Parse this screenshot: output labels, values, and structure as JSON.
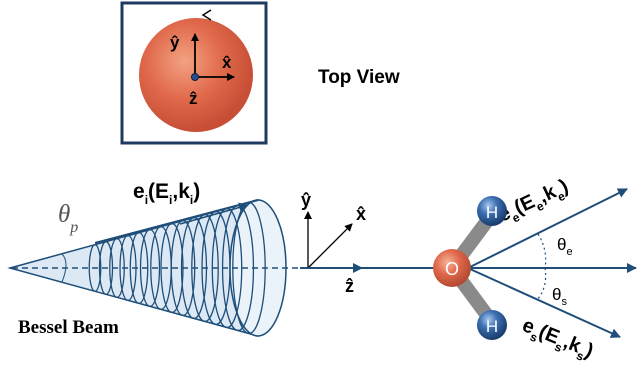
{
  "top_view": {
    "caption": "Top View",
    "y_axis": "ŷ",
    "x_axis": "x̂",
    "z_axis": "ẑ"
  },
  "beam": {
    "label": "Bessel Beam",
    "angle_symbol": "θ",
    "angle_subscript": "p",
    "incident_e": "e",
    "incident_e_sub": "i",
    "incident_paren": "(E",
    "incident_E_sub": "i",
    "incident_k": ",k",
    "incident_k_sub": "i",
    "incident_close": ")"
  },
  "lab_axes": {
    "y": "ŷ",
    "x": "x̂",
    "z": "ẑ"
  },
  "molecule": {
    "oxygen": "O",
    "hydrogen_top": "H",
    "hydrogen_bottom": "H"
  },
  "ejected": {
    "e": "e",
    "e_sub": "e",
    "paren": "(E",
    "E_sub": "e",
    "k": ",k",
    "k_sub": "e",
    "close": ")",
    "theta": "θ",
    "theta_sub": "e"
  },
  "scattered": {
    "e": "e",
    "e_sub": "s",
    "paren": "(E",
    "E_sub": "s",
    "k": ",k",
    "k_sub": "s",
    "close": ")",
    "theta": "θ",
    "theta_sub": "s"
  },
  "colors": {
    "beam_blue": "#1f4e79",
    "cone_fill": "#dce9f5",
    "sphere_orange": "#e0674a",
    "hydrogen_blue": "#2a5a95",
    "bond_gray": "#8a8a8a"
  }
}
